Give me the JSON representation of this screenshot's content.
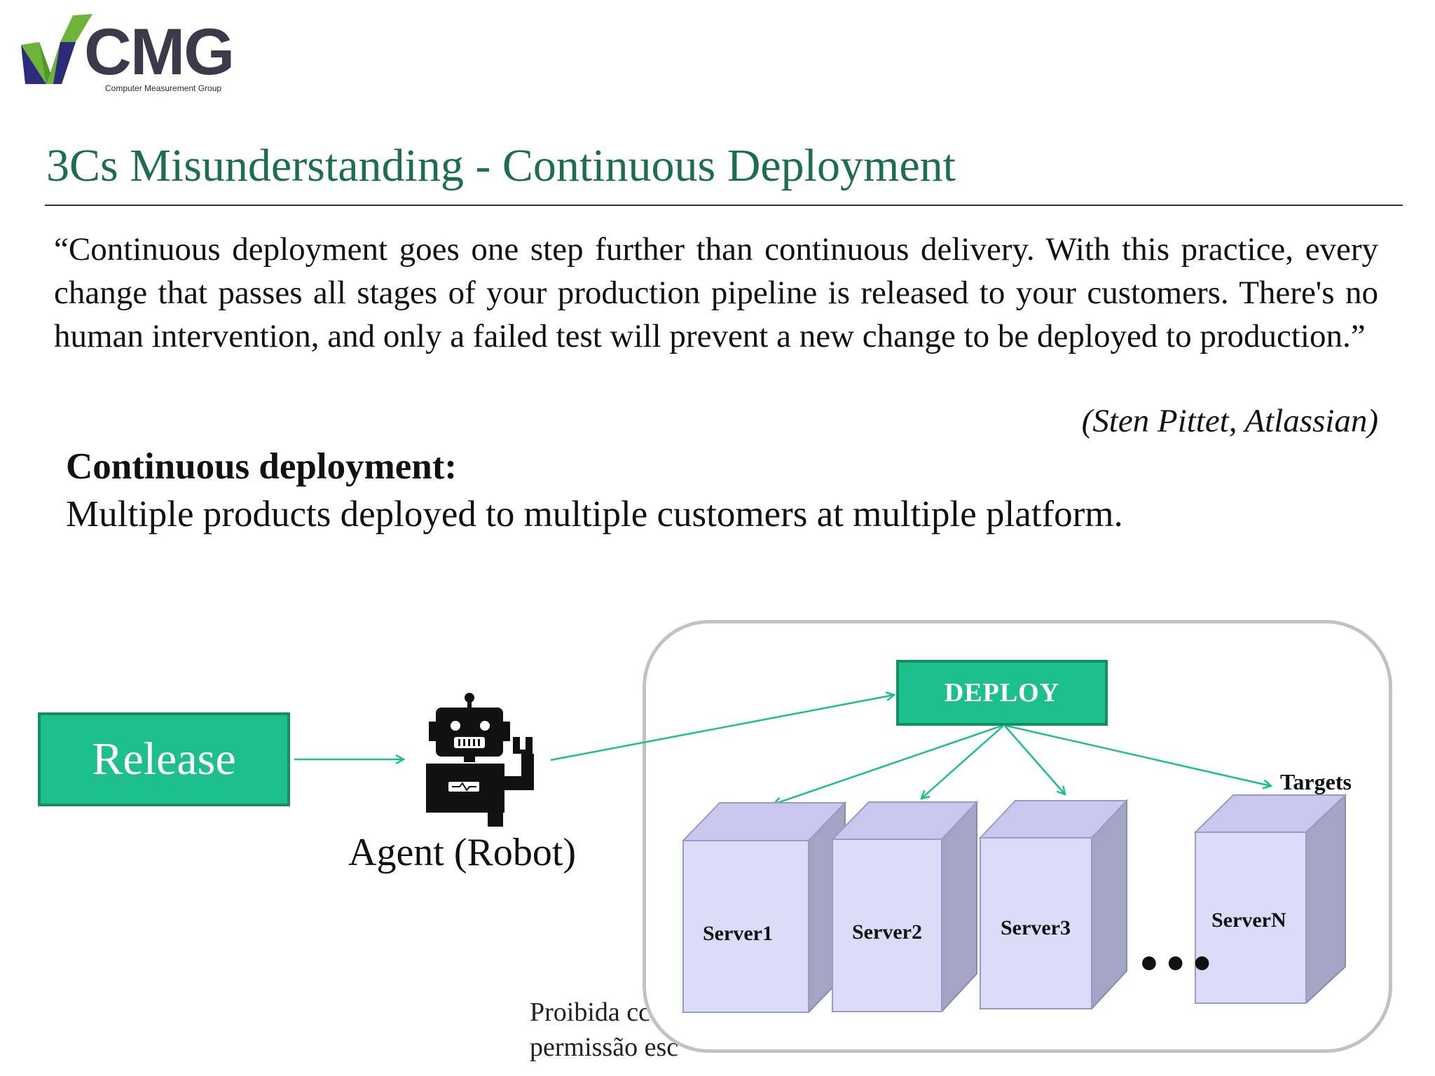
{
  "logo": {
    "text": "CMG",
    "subtitle": "Computer Measurement Group",
    "colors": {
      "green": "#6fb33a",
      "navy": "#2c2c7a",
      "text": "#3a3a4a"
    }
  },
  "title": "3Cs Misunderstanding - Continuous Deployment",
  "quote": "“Continuous deployment goes one step further than continuous delivery. With this practice, every change that passes all stages of your production pipeline is released to your customers. There's no human intervention, and only a failed test will prevent a new change to be deployed to production.”",
  "attribution": "(Sten Pittet, Atlassian)",
  "definition": {
    "heading": "Continuous deployment:",
    "body": "Multiple products deployed to multiple customers at multiple platform."
  },
  "diagram": {
    "release_label": "Release",
    "agent_label": "Agent (Robot)",
    "agent_icon": "robot-icon",
    "deploy_label": "DEPLOY",
    "targets_label": "Targets",
    "ellipsis": "•••",
    "servers": [
      "Server1",
      "Server2",
      "Server3",
      "ServerN"
    ],
    "colors": {
      "accent": "#1dbf8c",
      "accent_border": "#11915f",
      "arrow": "#1dbf8c",
      "server_front": "#dcdcf8",
      "server_top": "#c8c8ee",
      "server_side": "#a4a4c4",
      "panel_border": "#c2c2c2"
    }
  },
  "footer": {
    "line1": "Proibida cc",
    "line2": "permissão esc"
  }
}
